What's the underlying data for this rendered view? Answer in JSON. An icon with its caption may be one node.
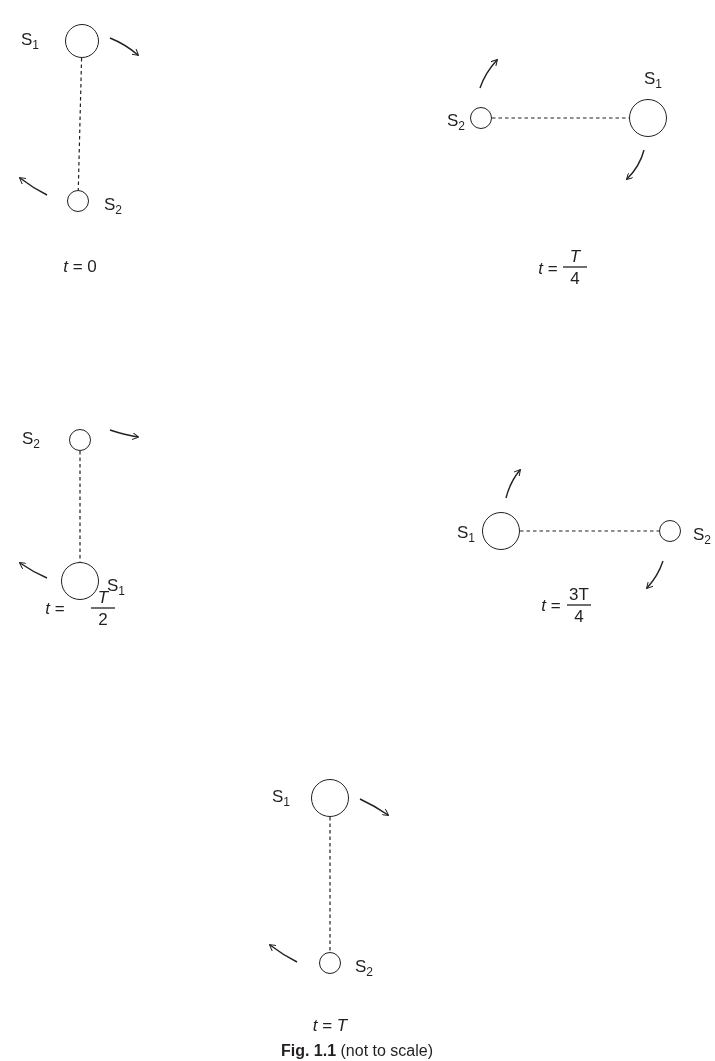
{
  "diagram": {
    "caption": "**Fig. 1.1** (not to scale)",
    "nodes": [
      {
        "text": [],
        "shape": "circle",
        "beside": [
          "S$_{1}$"
        ]
      },
      {
        "text": [],
        "shape": "circle",
        "beside": [
          "S$_{2}$"
        ]
      },
      {
        "text": [],
        "shape": "circle",
        "beside": [
          "S$_{2}$"
        ]
      },
      {
        "text": [],
        "shape": "circle",
        "beside": [
          "S$_{1}$"
        ]
      },
      {
        "text": [],
        "shape": "circle",
        "beside": [
          "S$_{2}$"
        ]
      },
      {
        "text": [],
        "shape": "circle",
        "beside": [
          "S$_{1}$"
        ]
      },
      {
        "text": [],
        "shape": "circle",
        "beside": [
          "S$_{1}$"
        ]
      },
      {
        "text": [],
        "shape": "circle",
        "beside": [
          "S$_{2}$"
        ]
      },
      {
        "text": [],
        "shape": "circle",
        "beside": [
          "S$_{1}$"
        ]
      },
      {
        "text": [],
        "shape": "circle",
        "beside": [
          "S$_{2}$"
        ]
      }
    ],
    "edges": [
      {
        "from": 0,
        "to": 1,
        "arrow": "none",
        "style": "dashed"
      },
      {
        "from": 2,
        "to": 3,
        "arrow": "none",
        "style": "dashed"
      },
      {
        "from": 4,
        "to": 5,
        "arrow": "none",
        "style": "dashed"
      },
      {
        "from": 6,
        "to": 7,
        "arrow": "none",
        "style": "dashed"
      },
      {
        "from": 8,
        "to": 9,
        "arrow": "none",
        "style": "dashed"
      }
    ],
    "labels": [
      "*t* = 0",
      "*t* =",
      "T",
      "4",
      "*t* =",
      "T",
      "2",
      "*t* =",
      "3T",
      "4",
      "*t* = *T*"
    ]
  }
}
